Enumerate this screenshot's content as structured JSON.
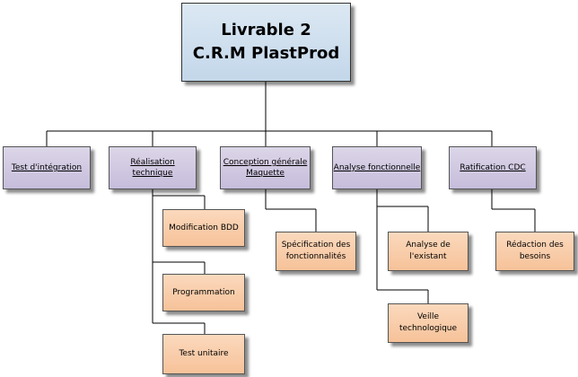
{
  "root": {
    "line1": "Livrable 2",
    "line2": "C.R.M PlastProd"
  },
  "branches": [
    {
      "label": "Test d'intégration"
    },
    {
      "label": "Réalisation technique"
    },
    {
      "label": "Conception générale\nMaquette"
    },
    {
      "label": "Analyse fonctionnelle"
    },
    {
      "label": "Ratification CDC"
    }
  ],
  "tasks": {
    "modification_bdd": "Modification BDD",
    "programmation": "Programmation",
    "test_unitaire": "Test unitaire",
    "specification": "Spécification des\nfonctionnalités",
    "analyse_existant": "Analyse de\nl'existant",
    "veille": "Veille\ntechnologique",
    "redaction_besoins": "Rédaction des\nbesoins"
  },
  "colors": {
    "root_fill": "#c3d7ea",
    "branch_fill": "#c6bddb",
    "task_fill": "#f6c299",
    "connector": "#000000"
  }
}
